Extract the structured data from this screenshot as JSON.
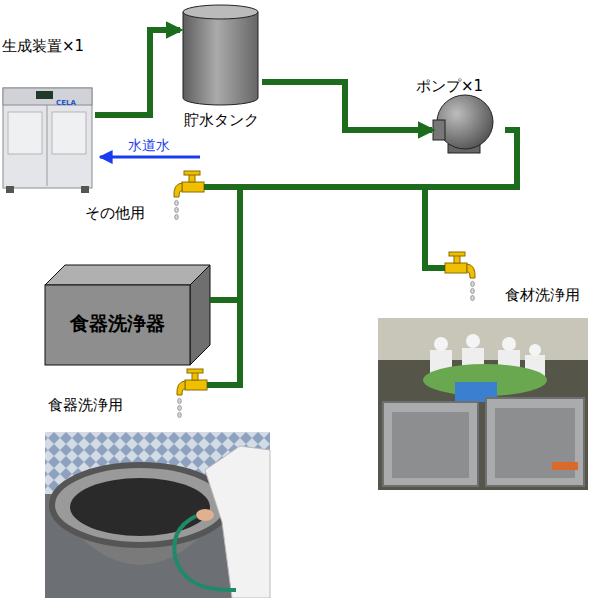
{
  "diagram": {
    "nodes": [
      {
        "text": [
          "生成装置×1"
        ]
      },
      {
        "text": [
          "貯水タンク"
        ]
      },
      {
        "text": [
          "ポンプ×1"
        ]
      },
      {
        "text": [
          "その他用"
        ]
      },
      {
        "text": [
          "食材洗浄用"
        ]
      },
      {
        "text": [
          "食器洗浄器"
        ]
      },
      {
        "text": [
          "食器洗浄用"
        ]
      }
    ],
    "edges": [
      {
        "from": 0,
        "to": 1,
        "arrow": "to"
      },
      {
        "from": 1,
        "to": 2,
        "arrow": "to"
      },
      {
        "from": 2,
        "to": 3,
        "arrow": "none"
      },
      {
        "from": 2,
        "to": 4,
        "arrow": "none"
      },
      {
        "from": 2,
        "to": 5,
        "arrow": "none"
      },
      {
        "from": 2,
        "to": 6,
        "arrow": "none"
      }
    ],
    "labels": [
      "水道水",
      "CELA"
    ]
  }
}
